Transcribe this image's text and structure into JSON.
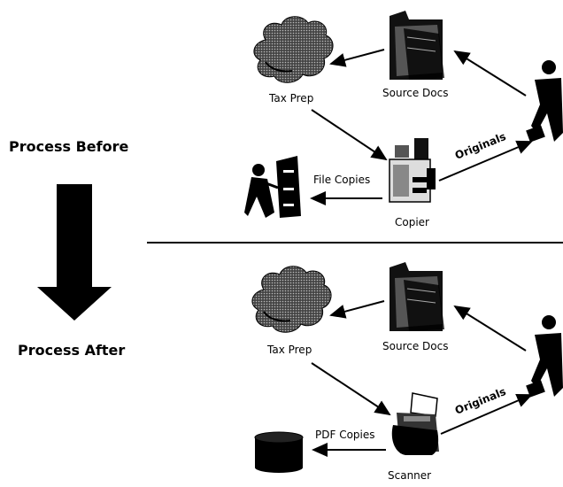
{
  "left": {
    "before_title": "Process Before",
    "after_title": "Process After"
  },
  "before": {
    "tax_prep": "Tax Prep",
    "source_docs": "Source Docs",
    "copier": "Copier",
    "file_copies": "File Copies",
    "originals": "Originals"
  },
  "after": {
    "tax_prep": "Tax Prep",
    "source_docs": "Source Docs",
    "scanner": "Scanner",
    "pdf_copies": "PDF Copies",
    "originals": "Originals"
  },
  "icons": {
    "tax_prep": "tax-prep-cloud-icon",
    "source_docs": "folder-icon",
    "person": "businessperson-icon",
    "copier": "copier-icon",
    "file_cabinet": "file-cabinet-icon",
    "scanner": "scanner-icon",
    "database": "database-icon"
  },
  "colors": {
    "ink": "#000000",
    "background": "#ffffff"
  }
}
